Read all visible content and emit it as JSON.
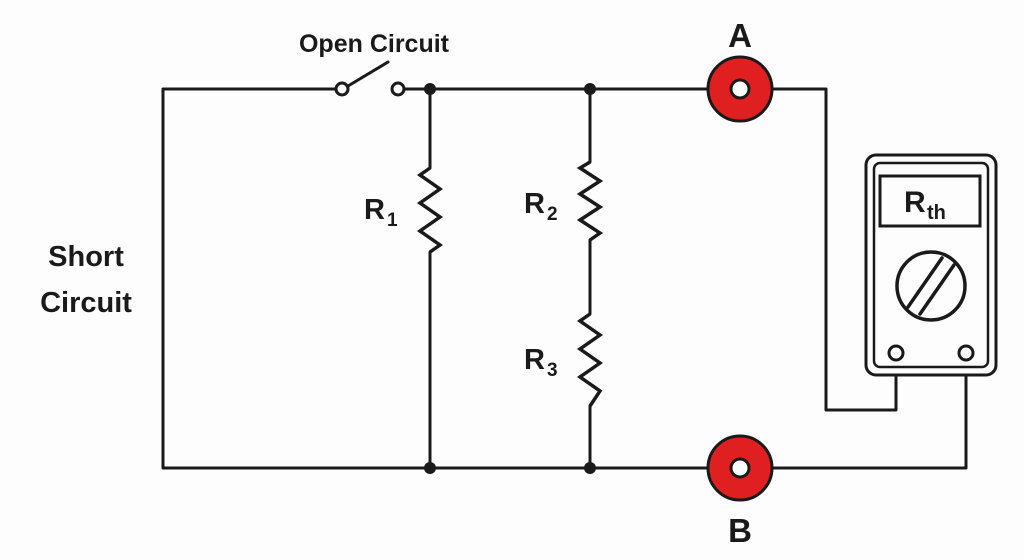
{
  "labels": {
    "open_circuit": "Open Circuit",
    "short_circuit_line1": "Short",
    "short_circuit_line2": "Circuit",
    "terminal_a": "A",
    "terminal_b": "B",
    "r1_main": "R",
    "r1_sub": "1",
    "r2_main": "R",
    "r2_sub": "2",
    "r3_main": "R",
    "r3_sub": "3",
    "meter_main": "R",
    "meter_sub": "th"
  },
  "colors": {
    "wire": "#1a1a1a",
    "terminal_fill": "#e02020",
    "background": "#fdfdfd"
  }
}
